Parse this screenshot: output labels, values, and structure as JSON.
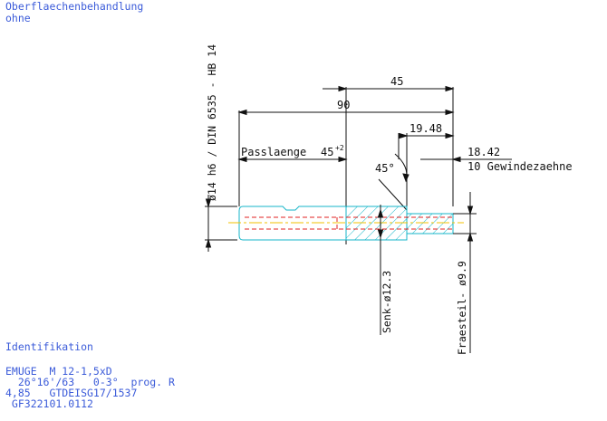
{
  "surface": {
    "label": "Oberflaechenbehandlung",
    "value": "ohne"
  },
  "dimensions": {
    "diameter_spec": "ø14 h6 / DIN 6535 - HB 14",
    "d45": "45",
    "d90": "90",
    "d1948": "19.48",
    "d1842": "18.42",
    "threads": "10 Gewindezaehne",
    "passlaenge": "Passlaenge",
    "passlaenge_value": "45",
    "passlaenge_tolerance": "+2",
    "angle": "45°",
    "senk": "Senk-ø12.3",
    "fraesteil": "Fraesteil- ø9.9"
  },
  "identification": {
    "heading": "Identifikation",
    "lines": [
      "EMUGE  M 12-1,5xD",
      "  26°16'/63   0-3°  prog. R",
      "4,85   GTDEISG17/1537",
      " GF322101.0112"
    ]
  },
  "colors": {
    "text": "#3b5bd9",
    "lines": "#111111",
    "shank": "#16b6c8",
    "centerline": "#f0c000",
    "hidden": "#e02020"
  }
}
